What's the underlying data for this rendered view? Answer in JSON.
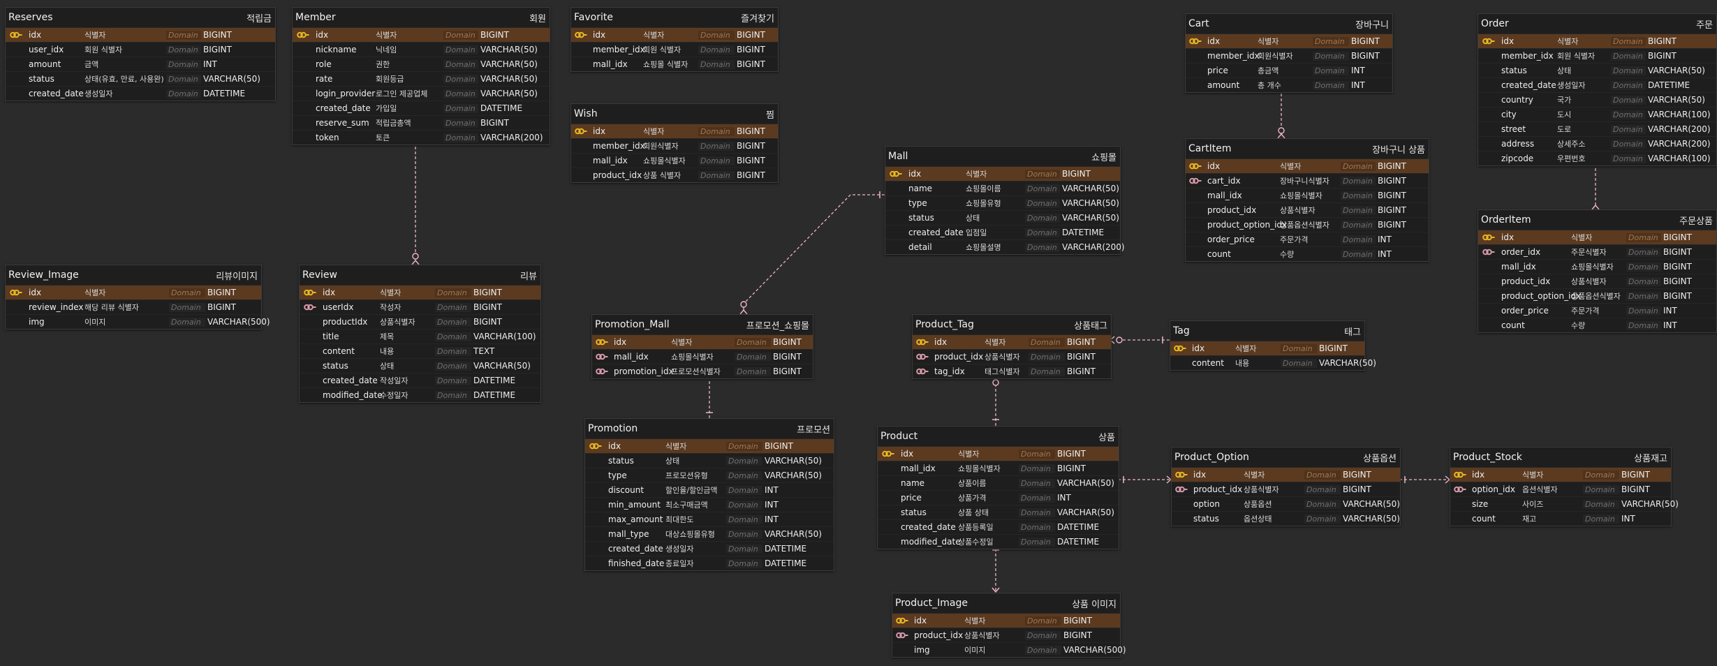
{
  "tables": [
    {
      "id": "reserves",
      "name": "Reserves",
      "comment": "적립금",
      "domain": "Domain",
      "columns": [
        {
          "name": "idx",
          "comment": "식별자",
          "type": "BIGINT",
          "key": "pk"
        },
        {
          "name": "user_idx",
          "comment": "회원 식별자",
          "type": "BIGINT",
          "key": "none"
        },
        {
          "name": "amount",
          "comment": "금액",
          "type": "INT",
          "key": "none"
        },
        {
          "name": "status",
          "comment": "상태(유효, 만료, 사용완)",
          "type": "VARCHAR(50)",
          "key": "none"
        },
        {
          "name": "created_date",
          "comment": "생성일자",
          "type": "DATETIME",
          "key": "none"
        }
      ]
    },
    {
      "id": "member",
      "name": "Member",
      "comment": "회원",
      "domain": "Domain",
      "columns": [
        {
          "name": "idx",
          "comment": "식별자",
          "type": "BIGINT",
          "key": "pk"
        },
        {
          "name": "nickname",
          "comment": "닉네임",
          "type": "VARCHAR(50)",
          "key": "none"
        },
        {
          "name": "role",
          "comment": "권한",
          "type": "VARCHAR(50)",
          "key": "none"
        },
        {
          "name": "rate",
          "comment": "회원등급",
          "type": "VARCHAR(50)",
          "key": "none"
        },
        {
          "name": "login_provider",
          "comment": "로그인 제공업체",
          "type": "VARCHAR(50)",
          "key": "none"
        },
        {
          "name": "created_date",
          "comment": "가입일",
          "type": "DATETIME",
          "key": "none"
        },
        {
          "name": "reserve_sum",
          "comment": "적립금총액",
          "type": "BIGINT",
          "key": "none"
        },
        {
          "name": "token",
          "comment": "토큰",
          "type": "VARCHAR(200)",
          "key": "none"
        }
      ]
    },
    {
      "id": "favorite",
      "name": "Favorite",
      "comment": "즐겨찾기",
      "domain": "Domain",
      "columns": [
        {
          "name": "idx",
          "comment": "식별자",
          "type": "BIGINT",
          "key": "pk"
        },
        {
          "name": "member_idx",
          "comment": "회원 식별자",
          "type": "BIGINT",
          "key": "none"
        },
        {
          "name": "mall_idx",
          "comment": "쇼핑몰 식별자",
          "type": "BIGINT",
          "key": "none"
        }
      ]
    },
    {
      "id": "wish",
      "name": "Wish",
      "comment": "찜",
      "domain": "Domain",
      "columns": [
        {
          "name": "idx",
          "comment": "식별자",
          "type": "BIGINT",
          "key": "pk"
        },
        {
          "name": "member_idx",
          "comment": "회원식별자",
          "type": "BIGINT",
          "key": "none"
        },
        {
          "name": "mall_idx",
          "comment": "쇼핑몰식별자",
          "type": "BIGINT",
          "key": "none"
        },
        {
          "name": "product_idx",
          "comment": "상품 식별자",
          "type": "BIGINT",
          "key": "none"
        }
      ]
    },
    {
      "id": "cart",
      "name": "Cart",
      "comment": "장바구니",
      "domain": "Domain",
      "columns": [
        {
          "name": "idx",
          "comment": "식별자",
          "type": "BIGINT",
          "key": "pk"
        },
        {
          "name": "member_idx",
          "comment": "회원식별자",
          "type": "BIGINT",
          "key": "none"
        },
        {
          "name": "price",
          "comment": "총금액",
          "type": "INT",
          "key": "none"
        },
        {
          "name": "amount",
          "comment": "총 개수",
          "type": "INT",
          "key": "none"
        }
      ]
    },
    {
      "id": "order",
      "name": "Order",
      "comment": "주문",
      "domain": "Domain",
      "columns": [
        {
          "name": "idx",
          "comment": "식별자",
          "type": "BIGINT",
          "key": "pk"
        },
        {
          "name": "member_idx",
          "comment": "회원 식별자",
          "type": "BIGINT",
          "key": "none"
        },
        {
          "name": "status",
          "comment": "상태",
          "type": "VARCHAR(50)",
          "key": "none"
        },
        {
          "name": "created_date",
          "comment": "생성일자",
          "type": "DATETIME",
          "key": "none"
        },
        {
          "name": "country",
          "comment": "국가",
          "type": "VARCHAR(50)",
          "key": "none"
        },
        {
          "name": "city",
          "comment": "도시",
          "type": "VARCHAR(100)",
          "key": "none"
        },
        {
          "name": "street",
          "comment": "도로",
          "type": "VARCHAR(200)",
          "key": "none"
        },
        {
          "name": "address",
          "comment": "상세주소",
          "type": "VARCHAR(200)",
          "key": "none"
        },
        {
          "name": "zipcode",
          "comment": "우편번호",
          "type": "VARCHAR(100)",
          "key": "none"
        }
      ]
    },
    {
      "id": "cartitem",
      "name": "CartItem",
      "comment": "장바구니 상품",
      "domain": "Domain",
      "columns": [
        {
          "name": "idx",
          "comment": "식별자",
          "type": "BIGINT",
          "key": "pk"
        },
        {
          "name": "cart_idx",
          "comment": "장바구니식별자",
          "type": "BIGINT",
          "key": "pfk"
        },
        {
          "name": "mall_idx",
          "comment": "쇼핑몰식별자",
          "type": "BIGINT",
          "key": "none"
        },
        {
          "name": "product_idx",
          "comment": "상품식별자",
          "type": "BIGINT",
          "key": "none"
        },
        {
          "name": "product_option_idx",
          "comment": "상품옵션식별자",
          "type": "BIGINT",
          "key": "none"
        },
        {
          "name": "order_price",
          "comment": "주문가격",
          "type": "INT",
          "key": "none"
        },
        {
          "name": "count",
          "comment": "수량",
          "type": "INT",
          "key": "none"
        }
      ]
    },
    {
      "id": "mall",
      "name": "Mall",
      "comment": "쇼핑몰",
      "domain": "Domain",
      "columns": [
        {
          "name": "idx",
          "comment": "식별자",
          "type": "BIGINT",
          "key": "pk"
        },
        {
          "name": "name",
          "comment": "쇼핑몰이름",
          "type": "VARCHAR(50)",
          "key": "none"
        },
        {
          "name": "type",
          "comment": "쇼핑몰유형",
          "type": "VARCHAR(50)",
          "key": "none"
        },
        {
          "name": "status",
          "comment": "상태",
          "type": "VARCHAR(50)",
          "key": "none"
        },
        {
          "name": "created_date",
          "comment": "입점일",
          "type": "DATETIME",
          "key": "none"
        },
        {
          "name": "detail",
          "comment": "쇼핑몰설명",
          "type": "VARCHAR(200)",
          "key": "none"
        }
      ]
    },
    {
      "id": "orderitem",
      "name": "OrderItem",
      "comment": "주문상품",
      "domain": "Domain",
      "columns": [
        {
          "name": "idx",
          "comment": "식별자",
          "type": "BIGINT",
          "key": "pk"
        },
        {
          "name": "order_idx",
          "comment": "주문식별자",
          "type": "BIGINT",
          "key": "pfk"
        },
        {
          "name": "mall_idx",
          "comment": "쇼핑몰식별자",
          "type": "BIGINT",
          "key": "none"
        },
        {
          "name": "product_idx",
          "comment": "상품식별자",
          "type": "BIGINT",
          "key": "none"
        },
        {
          "name": "product_option_idx",
          "comment": "상품옵션식별자",
          "type": "BIGINT",
          "key": "none"
        },
        {
          "name": "order_price",
          "comment": "주문가격",
          "type": "INT",
          "key": "none"
        },
        {
          "name": "count",
          "comment": "수량",
          "type": "INT",
          "key": "none"
        }
      ]
    },
    {
      "id": "review_image",
      "name": "Review_Image",
      "comment": "리뷰이미지",
      "domain": "Domain",
      "columns": [
        {
          "name": "idx",
          "comment": "식별자",
          "type": "BIGINT",
          "key": "pk"
        },
        {
          "name": "review_index",
          "comment": "해당 리뷰 식별자",
          "type": "BIGINT",
          "key": "none"
        },
        {
          "name": "img",
          "comment": "이미지",
          "type": "VARCHAR(500)",
          "key": "none"
        }
      ]
    },
    {
      "id": "review",
      "name": "Review",
      "comment": "리뷰",
      "domain": "Domain",
      "columns": [
        {
          "name": "idx",
          "comment": "식별자",
          "type": "BIGINT",
          "key": "pk"
        },
        {
          "name": "userIdx",
          "comment": "작성자",
          "type": "BIGINT",
          "key": "pfk"
        },
        {
          "name": "productIdx",
          "comment": "상품식별자",
          "type": "BIGINT",
          "key": "none"
        },
        {
          "name": "title",
          "comment": "제목",
          "type": "VARCHAR(100)",
          "key": "none"
        },
        {
          "name": "content",
          "comment": "내용",
          "type": "TEXT",
          "key": "none"
        },
        {
          "name": "status",
          "comment": "상태",
          "type": "VARCHAR(50)",
          "key": "none"
        },
        {
          "name": "created_date",
          "comment": "작성일자",
          "type": "DATETIME",
          "key": "none"
        },
        {
          "name": "modified_date",
          "comment": "수정일자",
          "type": "DATETIME",
          "key": "none"
        }
      ]
    },
    {
      "id": "promotion_mall",
      "name": "Promotion_Mall",
      "comment": "프로모션_쇼핑몰",
      "domain": "Domain",
      "columns": [
        {
          "name": "idx",
          "comment": "식별자",
          "type": "BIGINT",
          "key": "pk"
        },
        {
          "name": "mall_idx",
          "comment": "쇼핑몰식별자",
          "type": "BIGINT",
          "key": "pfk"
        },
        {
          "name": "promotion_idx",
          "comment": "프로모션식별자",
          "type": "BIGINT",
          "key": "pfk"
        }
      ]
    },
    {
      "id": "product_tag",
      "name": "Product_Tag",
      "comment": "상품태그",
      "domain": "Domain",
      "columns": [
        {
          "name": "idx",
          "comment": "식별자",
          "type": "BIGINT",
          "key": "pk"
        },
        {
          "name": "product_idx",
          "comment": "상품식별자",
          "type": "BIGINT",
          "key": "pfk"
        },
        {
          "name": "tag_idx",
          "comment": "태그식별자",
          "type": "BIGINT",
          "key": "pfk"
        }
      ]
    },
    {
      "id": "tag",
      "name": "Tag",
      "comment": "태그",
      "domain": "Domain",
      "columns": [
        {
          "name": "idx",
          "comment": "식별자",
          "type": "BIGINT",
          "key": "pk"
        },
        {
          "name": "content",
          "comment": "내용",
          "type": "VARCHAR(50)",
          "key": "none"
        }
      ]
    },
    {
      "id": "promotion",
      "name": "Promotion",
      "comment": "프로모션",
      "domain": "Domain",
      "columns": [
        {
          "name": "idx",
          "comment": "식별자",
          "type": "BIGINT",
          "key": "pk"
        },
        {
          "name": "status",
          "comment": "상태",
          "type": "VARCHAR(50)",
          "key": "none"
        },
        {
          "name": "type",
          "comment": "프로모션유형",
          "type": "VARCHAR(50)",
          "key": "none"
        },
        {
          "name": "discount",
          "comment": "할인율/할인금액",
          "type": "INT",
          "key": "none"
        },
        {
          "name": "min_amount",
          "comment": "최소구매금액",
          "type": "INT",
          "key": "none"
        },
        {
          "name": "max_amount",
          "comment": "최대한도",
          "type": "INT",
          "key": "none"
        },
        {
          "name": "mall_type",
          "comment": "대상쇼핑몰유형",
          "type": "VARCHAR(50)",
          "key": "none"
        },
        {
          "name": "created_date",
          "comment": "생성일자",
          "type": "DATETIME",
          "key": "none"
        },
        {
          "name": "finished_date",
          "comment": "종료일자",
          "type": "DATETIME",
          "key": "none"
        }
      ]
    },
    {
      "id": "product",
      "name": "Product",
      "comment": "상품",
      "domain": "Domain",
      "columns": [
        {
          "name": "idx",
          "comment": "식별자",
          "type": "BIGINT",
          "key": "pk"
        },
        {
          "name": "mall_idx",
          "comment": "쇼핑몰식별자",
          "type": "BIGINT",
          "key": "none"
        },
        {
          "name": "name",
          "comment": "상품이름",
          "type": "VARCHAR(50)",
          "key": "none"
        },
        {
          "name": "price",
          "comment": "상품가격",
          "type": "INT",
          "key": "none"
        },
        {
          "name": "status",
          "comment": "상품 상태",
          "type": "VARCHAR(50)",
          "key": "none"
        },
        {
          "name": "created_date",
          "comment": "상품등록일",
          "type": "DATETIME",
          "key": "none"
        },
        {
          "name": "modified_date",
          "comment": "상품수정일",
          "type": "DATETIME",
          "key": "none"
        }
      ]
    },
    {
      "id": "product_option",
      "name": "Product_Option",
      "comment": "상품옵션",
      "domain": "Domain",
      "columns": [
        {
          "name": "idx",
          "comment": "식별자",
          "type": "BIGINT",
          "key": "pk"
        },
        {
          "name": "product_idx",
          "comment": "상품식별자",
          "type": "BIGINT",
          "key": "pfk"
        },
        {
          "name": "option",
          "comment": "상품옵션",
          "type": "VARCHAR(50)",
          "key": "none"
        },
        {
          "name": "status",
          "comment": "옵션상태",
          "type": "VARCHAR(50)",
          "key": "none"
        }
      ]
    },
    {
      "id": "product_stock",
      "name": "Product_Stock",
      "comment": "상품재고",
      "domain": "Domain",
      "columns": [
        {
          "name": "idx",
          "comment": "식별자",
          "type": "BIGINT",
          "key": "pk"
        },
        {
          "name": "option_idx",
          "comment": "옵션식별자",
          "type": "BIGINT",
          "key": "pfk"
        },
        {
          "name": "size",
          "comment": "사이즈",
          "type": "VARCHAR(50)",
          "key": "none"
        },
        {
          "name": "count",
          "comment": "재고",
          "type": "INT",
          "key": "none"
        }
      ]
    },
    {
      "id": "product_image",
      "name": "Product_Image",
      "comment": "상품 이미지",
      "domain": "Domain",
      "columns": [
        {
          "name": "idx",
          "comment": "식별자",
          "type": "BIGINT",
          "key": "pk"
        },
        {
          "name": "product_idx",
          "comment": "상품식별자",
          "type": "BIGINT",
          "key": "pfk"
        },
        {
          "name": "img",
          "comment": "이미지",
          "type": "VARCHAR(500)",
          "key": "none"
        }
      ]
    }
  ],
  "colors": {
    "background": "#2b2b2b",
    "table_body": "#1e1e1e",
    "pk_row": "#5b3a20",
    "pk_key": "#e8b923",
    "fk_key": "#d89aaa",
    "relation_line": "#f0b8c8"
  },
  "icons": {
    "primary_key": "key-icon",
    "foreign_key": "key-icon"
  }
}
